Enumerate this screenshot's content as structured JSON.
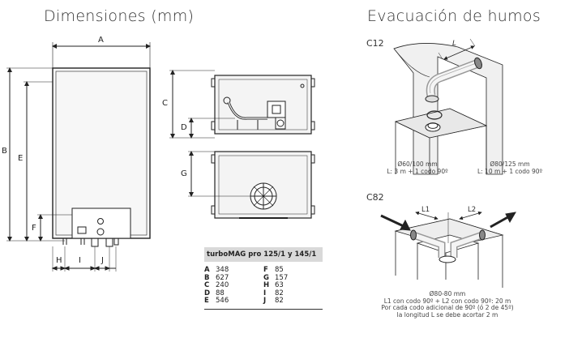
{
  "titles": {
    "dimensions": "Dimensiones (mm)",
    "flue": "Evacuación de humos"
  },
  "dim_letters": {
    "A": "A",
    "B": "B",
    "C": "C",
    "D": "D",
    "E": "E",
    "F": "F",
    "G": "G",
    "H": "H",
    "I": "I",
    "J": "J"
  },
  "table": {
    "header": "turboMAG pro 125/1 y 145/1",
    "left": [
      {
        "key": "A",
        "value": "348"
      },
      {
        "key": "B",
        "value": "627"
      },
      {
        "key": "C",
        "value": "240"
      },
      {
        "key": "D",
        "value": "88"
      },
      {
        "key": "E",
        "value": "546"
      }
    ],
    "right": [
      {
        "key": "F",
        "value": "85"
      },
      {
        "key": "G",
        "value": "157"
      },
      {
        "key": "H",
        "value": "63"
      },
      {
        "key": "I",
        "value": "82"
      },
      {
        "key": "J",
        "value": "82"
      }
    ]
  },
  "c12": {
    "label": "C12",
    "L": "L",
    "left_line1": "Ø60/100 mm",
    "left_line2": "L: 3 m + 1 codo 90º",
    "right_line1": "Ø80/125 mm",
    "right_line2": "L: 10 m + 1 codo 90º"
  },
  "c82": {
    "label": "C82",
    "L1": "L1",
    "L2": "L2",
    "line1": "Ø80-80 mm",
    "line2": "L1 con codo 90º + L2 con codo 90º: 20 m",
    "line3": "Por cada codo adicional de 90º (ó 2 de 45º)",
    "line4": "la longitud L se debe acortar 2 m"
  }
}
